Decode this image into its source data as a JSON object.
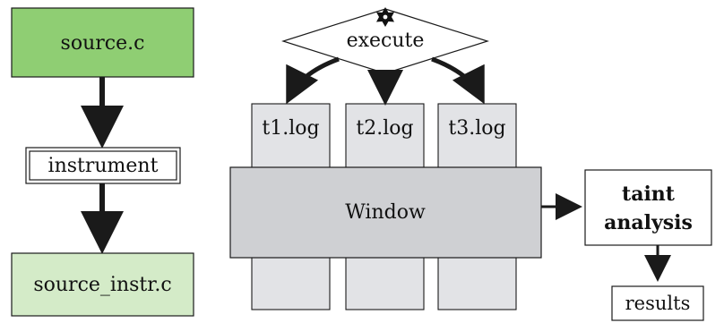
{
  "pipeline": {
    "source_label": "source.c",
    "instrument_label": "instrument",
    "instrumented_label": "source_instr.c"
  },
  "execution": {
    "execute_label": "execute",
    "icon": "gear-icon",
    "logs": [
      {
        "label": "t1.log"
      },
      {
        "label": "t2.log"
      },
      {
        "label": "t3.log"
      }
    ],
    "window_label": "Window"
  },
  "analysis": {
    "taint_label_line1": "taint",
    "taint_label_line2": "analysis",
    "results_label": "results"
  },
  "colors": {
    "source_fill": "#8fce73",
    "instrumented_fill": "#d4ebc8",
    "log_fill": "#e2e3e6",
    "window_fill": "#cfd0d3",
    "stroke": "#1a1a1a"
  }
}
